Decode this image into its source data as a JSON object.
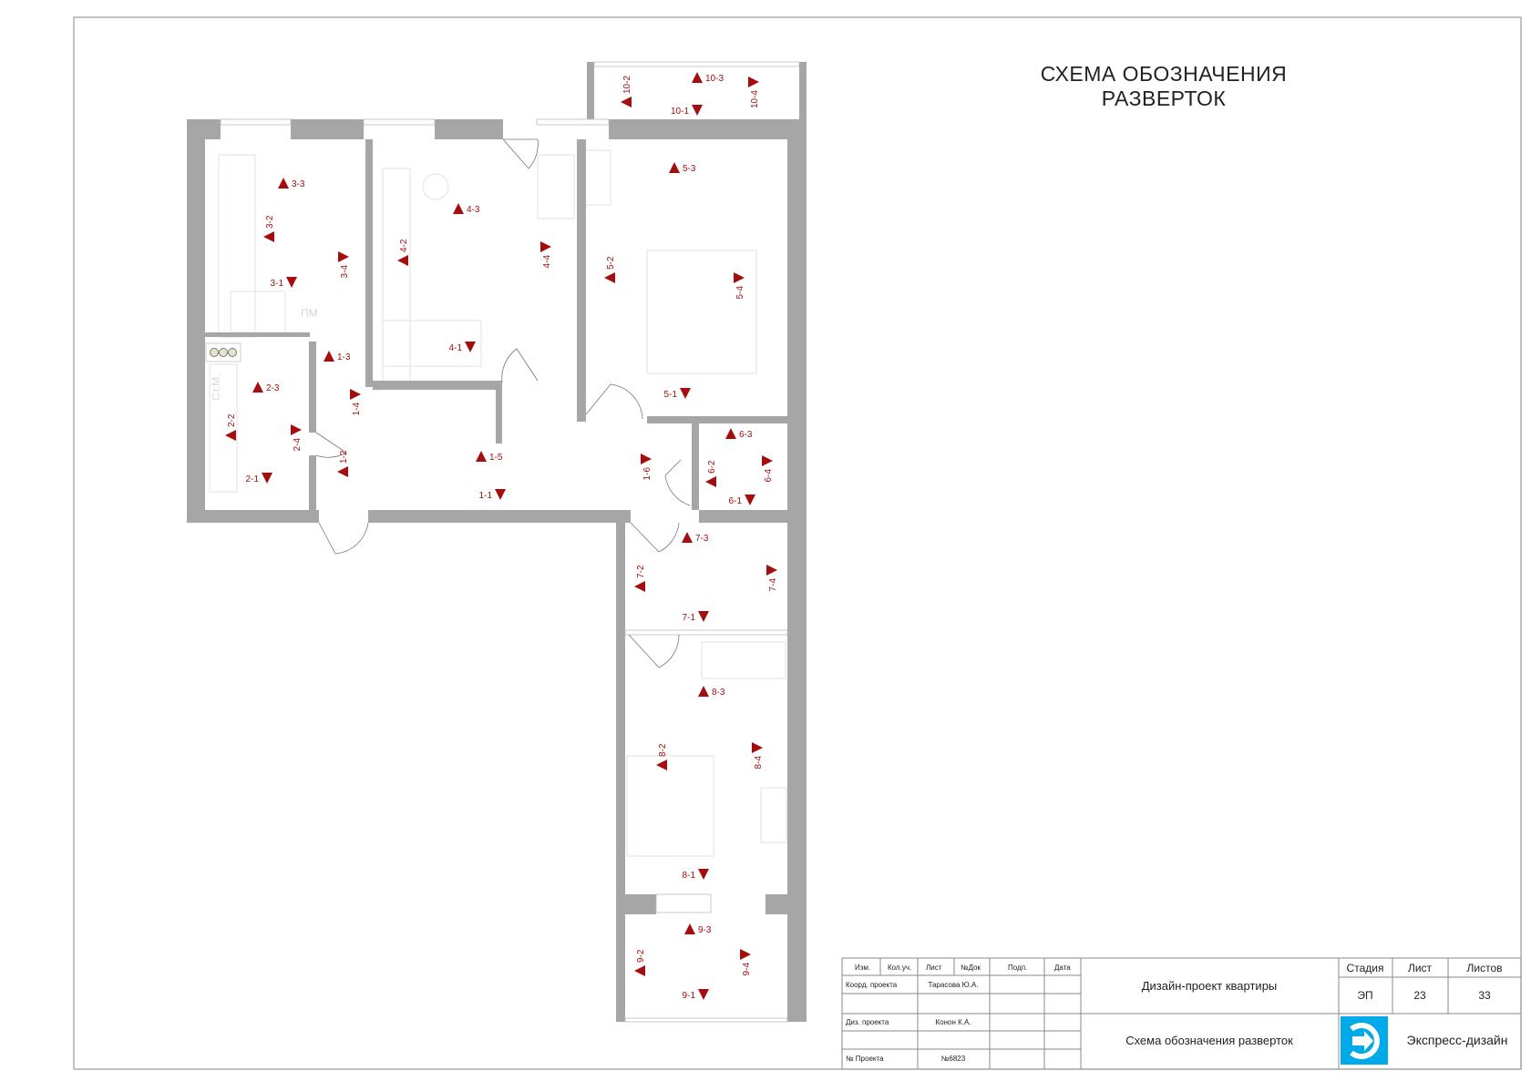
{
  "sheet_title": {
    "line1": "СХЕМА ОБОЗНАЧЕНИЯ",
    "line2": "РАЗВЕРТОК"
  },
  "plan": {
    "room_labels": {
      "sanitary": "ПМ",
      "washing_machine": "Ст.М."
    },
    "markers": [
      {
        "label": "10-3",
        "dir": "up"
      },
      {
        "label": "10-2",
        "dir": "left"
      },
      {
        "label": "10-1",
        "dir": "down"
      },
      {
        "label": "10-4",
        "dir": "right"
      },
      {
        "label": "3-3",
        "dir": "up"
      },
      {
        "label": "3-2",
        "dir": "left"
      },
      {
        "label": "3-1",
        "dir": "down"
      },
      {
        "label": "3-4",
        "dir": "right"
      },
      {
        "label": "4-3",
        "dir": "up"
      },
      {
        "label": "4-2",
        "dir": "left"
      },
      {
        "label": "4-4",
        "dir": "right"
      },
      {
        "label": "4-1",
        "dir": "down"
      },
      {
        "label": "5-3",
        "dir": "up"
      },
      {
        "label": "5-2",
        "dir": "left"
      },
      {
        "label": "5-4",
        "dir": "right"
      },
      {
        "label": "5-1",
        "dir": "down"
      },
      {
        "label": "1-3",
        "dir": "up"
      },
      {
        "label": "1-4",
        "dir": "right"
      },
      {
        "label": "1-2",
        "dir": "left"
      },
      {
        "label": "1-5",
        "dir": "up"
      },
      {
        "label": "1-1",
        "dir": "down"
      },
      {
        "label": "1-6",
        "dir": "right"
      },
      {
        "label": "2-3",
        "dir": "up"
      },
      {
        "label": "2-2",
        "dir": "left"
      },
      {
        "label": "2-4",
        "dir": "right"
      },
      {
        "label": "2-1",
        "dir": "down"
      },
      {
        "label": "6-3",
        "dir": "up"
      },
      {
        "label": "6-2",
        "dir": "left"
      },
      {
        "label": "6-4",
        "dir": "right"
      },
      {
        "label": "6-1",
        "dir": "down"
      },
      {
        "label": "7-3",
        "dir": "up"
      },
      {
        "label": "7-2",
        "dir": "left"
      },
      {
        "label": "7-4",
        "dir": "right"
      },
      {
        "label": "7-1",
        "dir": "down"
      },
      {
        "label": "8-3",
        "dir": "up"
      },
      {
        "label": "8-2",
        "dir": "left"
      },
      {
        "label": "8-4",
        "dir": "right"
      },
      {
        "label": "8-1",
        "dir": "down"
      },
      {
        "label": "9-3",
        "dir": "up"
      },
      {
        "label": "9-2",
        "dir": "left"
      },
      {
        "label": "9-4",
        "dir": "right"
      },
      {
        "label": "9-1",
        "dir": "down"
      }
    ]
  },
  "title_block": {
    "headers": {
      "izm": "Изм.",
      "kol": "Кол.уч.",
      "list": "Лист",
      "ndoc": "№Док",
      "podp": "Подп.",
      "data": "Дата"
    },
    "rows": {
      "coord_label": "Коорд. проекта",
      "coord_name": "Тарасова Ю.А.",
      "designer_label": "Диз. проекта",
      "designer_name": "Конон К.А.",
      "project_label": "№ Проекта",
      "project_number": "№6823"
    },
    "project_name": "Дизайн-проект квартиры",
    "sheet_name": "Схема обозначения разверток",
    "stage_header": "Стадия",
    "sheet_header": "Лист",
    "sheets_header": "Листов",
    "stage": "ЭП",
    "sheet": "23",
    "sheets": "33",
    "company": "Экспресс-дизайн",
    "logo_color": "#00a9e8",
    "marker_color": "#a50e0e"
  }
}
